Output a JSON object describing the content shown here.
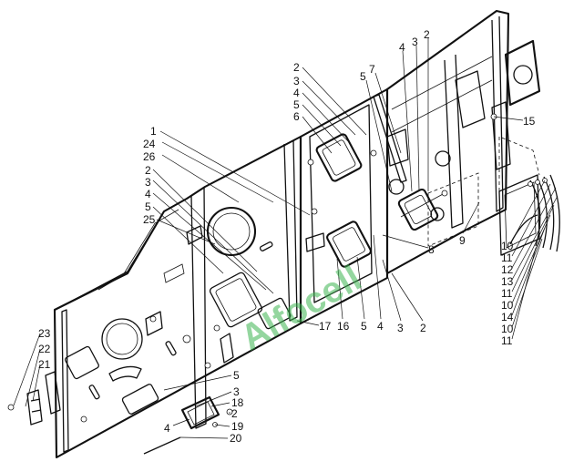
{
  "watermark": "Alfocell",
  "callouts": [
    {
      "id": "c-1",
      "text": "1"
    },
    {
      "id": "c-24",
      "text": "24"
    },
    {
      "id": "c-26",
      "text": "26"
    },
    {
      "id": "c-2a",
      "text": "2"
    },
    {
      "id": "c-3a",
      "text": "3"
    },
    {
      "id": "c-4a",
      "text": "4"
    },
    {
      "id": "c-5a",
      "text": "5"
    },
    {
      "id": "c-25",
      "text": "25"
    },
    {
      "id": "c-2b",
      "text": "2"
    },
    {
      "id": "c-3b",
      "text": "3"
    },
    {
      "id": "c-4b",
      "text": "4"
    },
    {
      "id": "c-5b",
      "text": "5"
    },
    {
      "id": "c-6",
      "text": "6"
    },
    {
      "id": "c-5c",
      "text": "5"
    },
    {
      "id": "c-7",
      "text": "7"
    },
    {
      "id": "c-4c",
      "text": "4"
    },
    {
      "id": "c-3c",
      "text": "3"
    },
    {
      "id": "c-2c",
      "text": "2"
    },
    {
      "id": "c-15",
      "text": "15"
    },
    {
      "id": "c-8",
      "text": "8"
    },
    {
      "id": "c-9",
      "text": "9"
    },
    {
      "id": "c-10a",
      "text": "10"
    },
    {
      "id": "c-11a",
      "text": "11"
    },
    {
      "id": "c-12",
      "text": "12"
    },
    {
      "id": "c-13",
      "text": "13"
    },
    {
      "id": "c-11b",
      "text": "11"
    },
    {
      "id": "c-10b",
      "text": "10"
    },
    {
      "id": "c-14",
      "text": "14"
    },
    {
      "id": "c-10c",
      "text": "10"
    },
    {
      "id": "c-11c",
      "text": "11"
    },
    {
      "id": "c-17",
      "text": "17"
    },
    {
      "id": "c-16",
      "text": "16"
    },
    {
      "id": "c-5d",
      "text": "5"
    },
    {
      "id": "c-4d",
      "text": "4"
    },
    {
      "id": "c-3d",
      "text": "3"
    },
    {
      "id": "c-2d",
      "text": "2"
    },
    {
      "id": "c-5e",
      "text": "5"
    },
    {
      "id": "c-3e",
      "text": "3"
    },
    {
      "id": "c-4e",
      "text": "4"
    },
    {
      "id": "c-18",
      "text": "18"
    },
    {
      "id": "c-2e",
      "text": "2"
    },
    {
      "id": "c-19",
      "text": "19"
    },
    {
      "id": "c-20",
      "text": "20"
    },
    {
      "id": "c-23",
      "text": "23"
    },
    {
      "id": "c-22",
      "text": "22"
    },
    {
      "id": "c-21",
      "text": "21"
    }
  ]
}
